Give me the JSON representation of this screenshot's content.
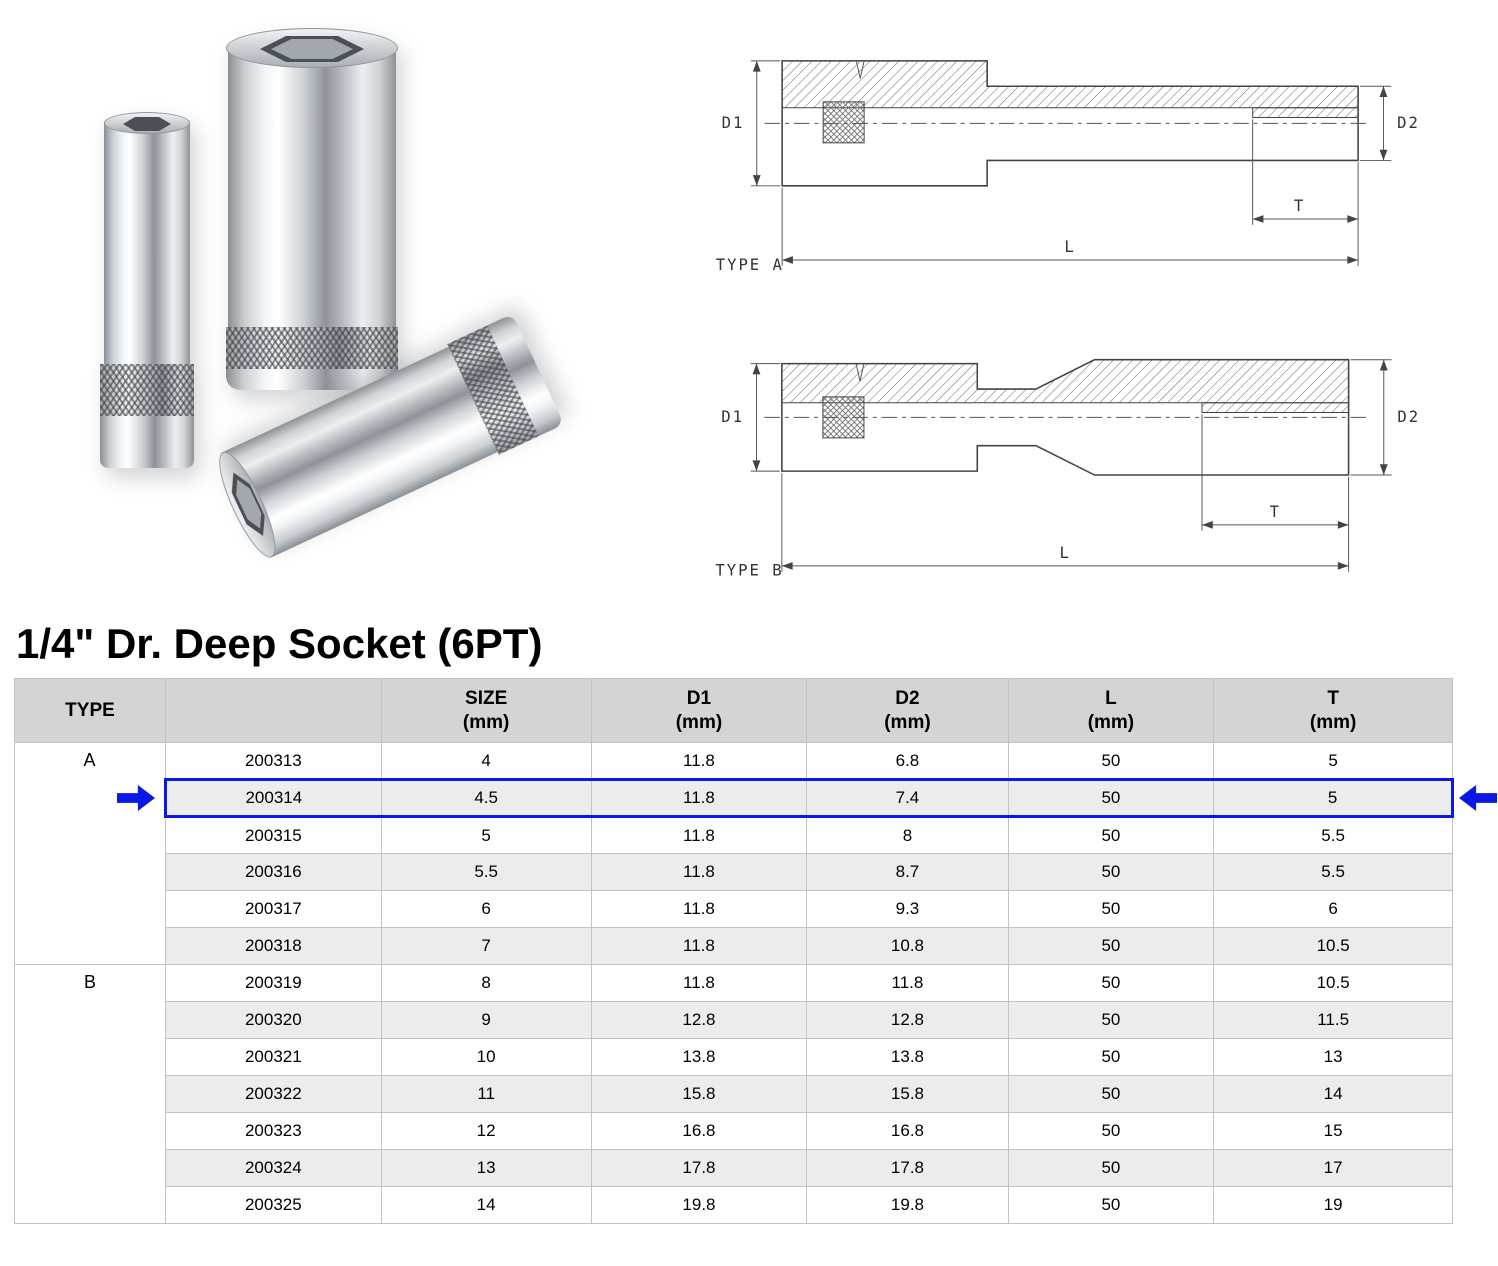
{
  "title": "1/4\" Dr. Deep Socket (6PT)",
  "colors": {
    "highlight": "#0a18e6"
  },
  "drawing_a": {
    "label": "TYPE A",
    "d1": "D1",
    "d2": "D2",
    "t": "T",
    "l": "L"
  },
  "drawing_b": {
    "label": "TYPE B",
    "d1": "D1",
    "d2": "D2",
    "t": "T",
    "l": "L"
  },
  "highlight": {
    "part": "200314"
  },
  "table": {
    "headers": [
      {
        "label": "TYPE",
        "unit": ""
      },
      {
        "label": "",
        "unit": ""
      },
      {
        "label": "SIZE",
        "unit": "(mm)"
      },
      {
        "label": "D1",
        "unit": "(mm)"
      },
      {
        "label": "D2",
        "unit": "(mm)"
      },
      {
        "label": "L",
        "unit": "(mm)"
      },
      {
        "label": "T",
        "unit": "(mm)"
      }
    ],
    "groups": [
      {
        "type": "A",
        "rows": [
          {
            "part": "200313",
            "size": "4",
            "d1": "11.8",
            "d2": "6.8",
            "l": "50",
            "t": "5",
            "highlighted": false
          },
          {
            "part": "200314",
            "size": "4.5",
            "d1": "11.8",
            "d2": "7.4",
            "l": "50",
            "t": "5",
            "highlighted": true
          },
          {
            "part": "200315",
            "size": "5",
            "d1": "11.8",
            "d2": "8",
            "l": "50",
            "t": "5.5",
            "highlighted": false
          },
          {
            "part": "200316",
            "size": "5.5",
            "d1": "11.8",
            "d2": "8.7",
            "l": "50",
            "t": "5.5",
            "highlighted": false
          },
          {
            "part": "200317",
            "size": "6",
            "d1": "11.8",
            "d2": "9.3",
            "l": "50",
            "t": "6",
            "highlighted": false
          },
          {
            "part": "200318",
            "size": "7",
            "d1": "11.8",
            "d2": "10.8",
            "l": "50",
            "t": "10.5",
            "highlighted": false
          }
        ]
      },
      {
        "type": "B",
        "rows": [
          {
            "part": "200319",
            "size": "8",
            "d1": "11.8",
            "d2": "11.8",
            "l": "50",
            "t": "10.5",
            "highlighted": false
          },
          {
            "part": "200320",
            "size": "9",
            "d1": "12.8",
            "d2": "12.8",
            "l": "50",
            "t": "11.5",
            "highlighted": false
          },
          {
            "part": "200321",
            "size": "10",
            "d1": "13.8",
            "d2": "13.8",
            "l": "50",
            "t": "13",
            "highlighted": false
          },
          {
            "part": "200322",
            "size": "11",
            "d1": "15.8",
            "d2": "15.8",
            "l": "50",
            "t": "14",
            "highlighted": false
          },
          {
            "part": "200323",
            "size": "12",
            "d1": "16.8",
            "d2": "16.8",
            "l": "50",
            "t": "15",
            "highlighted": false
          },
          {
            "part": "200324",
            "size": "13",
            "d1": "17.8",
            "d2": "17.8",
            "l": "50",
            "t": "17",
            "highlighted": false
          },
          {
            "part": "200325",
            "size": "14",
            "d1": "19.8",
            "d2": "19.8",
            "l": "50",
            "t": "19",
            "highlighted": false
          }
        ]
      }
    ]
  }
}
